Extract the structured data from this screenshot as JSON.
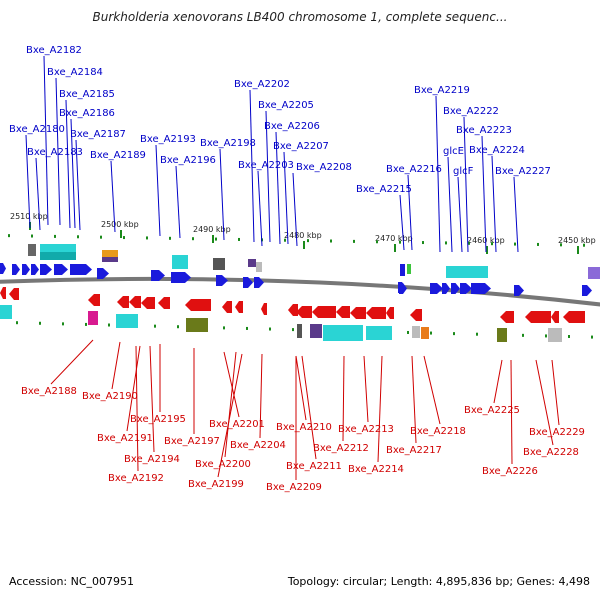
{
  "title": "Burkholderia xenovorans LB400 chromosome 1, complete sequenc...",
  "footer": {
    "accession": "Accession: NC_007951",
    "summary": "Topology: circular; Length: 4,895,836 bp; Genes: 4,498"
  },
  "colors": {
    "forward_gene": "#1a1adc",
    "reverse_gene": "#e01010",
    "forward_label": "#0000c8",
    "reverse_label": "#d00000",
    "backbone": "#777777",
    "tick": "#1a8a1a",
    "cyan_feature": "#2ad4d4",
    "purple_feature": "#5a3a8a",
    "olive_feature": "#6a7a1a",
    "magenta_feature": "#d81a90"
  },
  "scale_labels": [
    "2510 kbp",
    "2500 kbp",
    "2490 kbp",
    "2480 kbp",
    "2470 kbp",
    "2460 kbp",
    "2450 kbp"
  ],
  "forward_labels": [
    "Bxe_A2182",
    "Bxe_A2184",
    "Bxe_A2185",
    "Bxe_A2186",
    "Bxe_A2180",
    "Bxe_A2187",
    "Bxe_A2183",
    "Bxe_A2189",
    "Bxe_A2193",
    "Bxe_A2196",
    "Bxe_A2198",
    "Bxe_A2202",
    "Bxe_A2205",
    "Bxe_A2206",
    "Bxe_A2207",
    "Bxe_A2203",
    "Bxe_A2208",
    "Bxe_A2215",
    "Bxe_A2216",
    "Bxe_A2219",
    "glcE",
    "glcF",
    "Bxe_A2222",
    "Bxe_A2223",
    "Bxe_A2224",
    "Bxe_A2227"
  ],
  "reverse_labels": [
    "Bxe_A2188",
    "Bxe_A2190",
    "Bxe_A2195",
    "Bxe_A2191",
    "Bxe_A2197",
    "Bxe_A2194",
    "Bxe_A2192",
    "Bxe_A2201",
    "Bxe_A2200",
    "Bxe_A2199",
    "Bxe_A2204",
    "Bxe_A2210",
    "Bxe_A2211",
    "Bxe_A2209",
    "Bxe_A2212",
    "Bxe_A2213",
    "Bxe_A2214",
    "Bxe_A2218",
    "Bxe_A2217",
    "Bxe_A2225",
    "Bxe_A2226",
    "Bxe_A2228",
    "Bxe_A2229"
  ]
}
